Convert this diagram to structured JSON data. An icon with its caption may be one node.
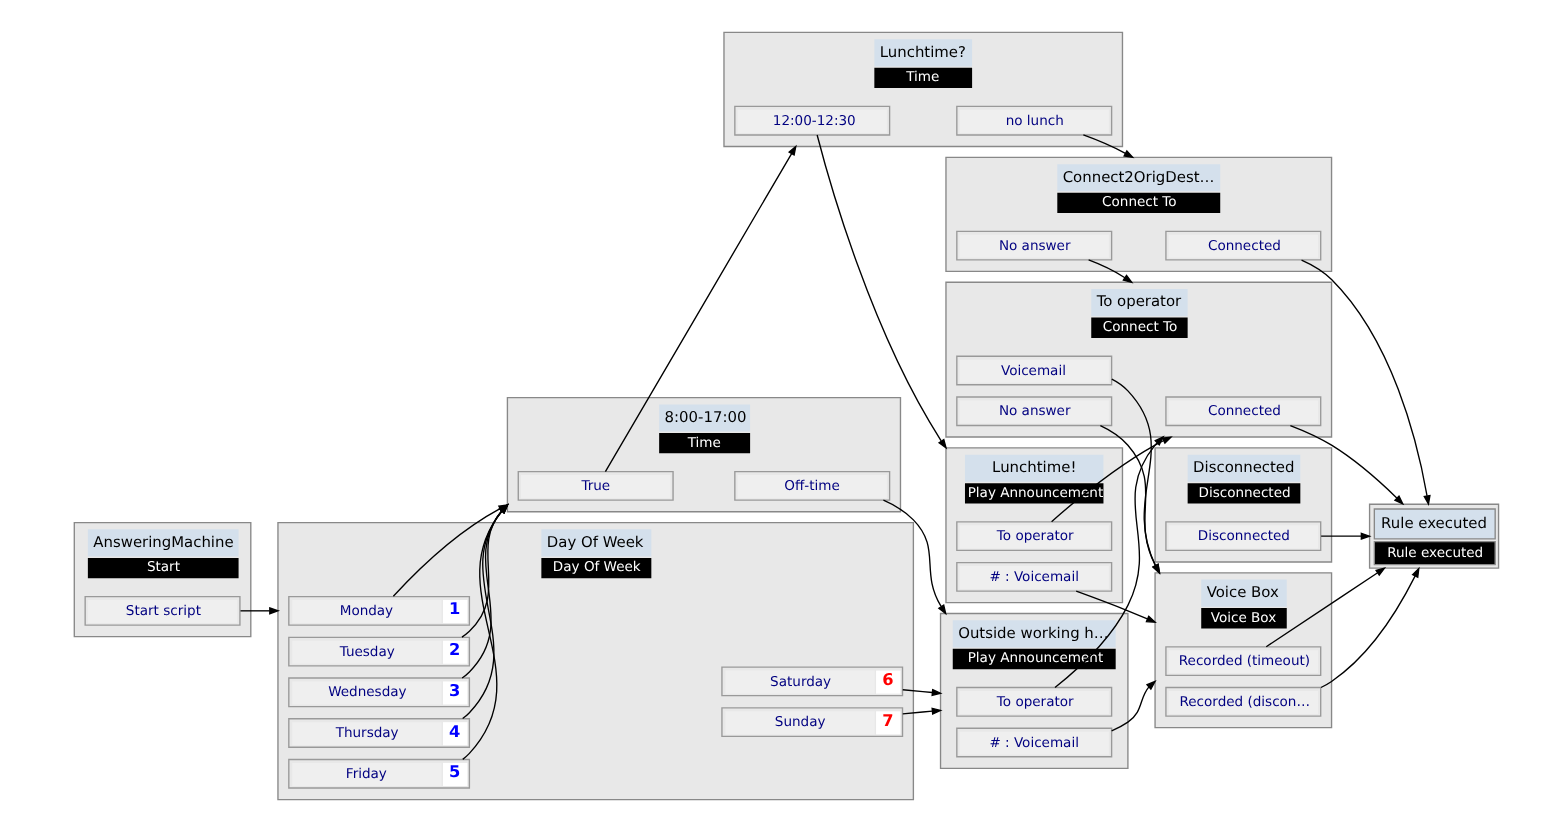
{
  "diagram": {
    "nodes": [
      {
        "text": [
          "AnsweringMachine",
          "Start"
        ]
      },
      {
        "text": [
          "Start script"
        ],
        "in": 0
      },
      {
        "text": [
          "Day Of Week",
          "Day Of Week"
        ]
      },
      {
        "text": [
          "Monday",
          "1"
        ],
        "in": 2
      },
      {
        "text": [
          "Tuesday",
          "2"
        ],
        "in": 2
      },
      {
        "text": [
          "Wednesday",
          "3"
        ],
        "in": 2
      },
      {
        "text": [
          "Thursday",
          "4"
        ],
        "in": 2
      },
      {
        "text": [
          "Friday",
          "5"
        ],
        "in": 2
      },
      {
        "text": [
          "Saturday",
          "6"
        ],
        "in": 2
      },
      {
        "text": [
          "Sunday",
          "7"
        ],
        "in": 2
      },
      {
        "text": [
          "8:00-17:00",
          "Time"
        ]
      },
      {
        "text": [
          "True"
        ],
        "in": 10
      },
      {
        "text": [
          "Off-time"
        ],
        "in": 10
      },
      {
        "text": [
          "Lunchtime?",
          "Time"
        ]
      },
      {
        "text": [
          "12:00-12:30"
        ],
        "in": 13
      },
      {
        "text": [
          "no lunch"
        ],
        "in": 13
      },
      {
        "text": [
          "Outside working h…",
          "Play Announcement"
        ]
      },
      {
        "text": [
          "To operator"
        ],
        "in": 16
      },
      {
        "text": [
          "# : Voicemail"
        ],
        "in": 16
      },
      {
        "text": [
          "Lunchtime!",
          "Play Announcement"
        ]
      },
      {
        "text": [
          "To operator"
        ],
        "in": 19
      },
      {
        "text": [
          "# : Voicemail"
        ],
        "in": 19
      },
      {
        "text": [
          "Connect2OrigDest…",
          "Connect To"
        ]
      },
      {
        "text": [
          "Connected"
        ],
        "in": 22
      },
      {
        "text": [
          "No answer"
        ],
        "in": 22
      },
      {
        "text": [
          "To operator",
          "Connect To"
        ]
      },
      {
        "text": [
          "Connected"
        ],
        "in": 25
      },
      {
        "text": [
          "Voicemail"
        ],
        "in": 25
      },
      {
        "text": [
          "No answer"
        ],
        "in": 25
      },
      {
        "text": [
          "Disconnected",
          "Disconnected"
        ]
      },
      {
        "text": [
          "Disconnected"
        ],
        "in": 29
      },
      {
        "text": [
          "Rule executed",
          "Rule executed"
        ]
      },
      {
        "text": [
          "Voice Box",
          "Voice Box"
        ]
      },
      {
        "text": [
          "Recorded (timeout)"
        ],
        "in": 32
      },
      {
        "text": [
          "Recorded (discon…"
        ],
        "in": 32
      }
    ],
    "edges": [
      {
        "from": 1,
        "to": 2,
        "arrow": "to"
      },
      {
        "from": 3,
        "to": 10,
        "arrow": "to"
      },
      {
        "from": 4,
        "to": 10,
        "arrow": "to"
      },
      {
        "from": 5,
        "to": 10,
        "arrow": "to"
      },
      {
        "from": 6,
        "to": 10,
        "arrow": "to"
      },
      {
        "from": 7,
        "to": 10,
        "arrow": "to"
      },
      {
        "from": 8,
        "to": 16,
        "arrow": "to"
      },
      {
        "from": 9,
        "to": 16,
        "arrow": "to"
      },
      {
        "from": 11,
        "to": 13,
        "arrow": "to"
      },
      {
        "from": 12,
        "to": 16,
        "arrow": "to"
      },
      {
        "from": 14,
        "to": 19,
        "arrow": "to"
      },
      {
        "from": 15,
        "to": 22,
        "arrow": "to"
      },
      {
        "from": 20,
        "to": 25,
        "arrow": "to"
      },
      {
        "from": 21,
        "to": 32,
        "arrow": "to"
      },
      {
        "from": 23,
        "to": 31,
        "arrow": "to"
      },
      {
        "from": 24,
        "to": 25,
        "arrow": "to"
      },
      {
        "from": 17,
        "to": 25,
        "arrow": "to"
      },
      {
        "from": 18,
        "to": 32,
        "arrow": "to"
      },
      {
        "from": 26,
        "to": 31,
        "arrow": "to"
      },
      {
        "from": 27,
        "to": 32,
        "arrow": "to"
      },
      {
        "from": 28,
        "to": 32,
        "arrow": "to"
      },
      {
        "from": 30,
        "to": 31,
        "arrow": "to"
      },
      {
        "from": 33,
        "to": 31,
        "arrow": "to"
      },
      {
        "from": 34,
        "to": 31,
        "arrow": "to"
      }
    ]
  }
}
